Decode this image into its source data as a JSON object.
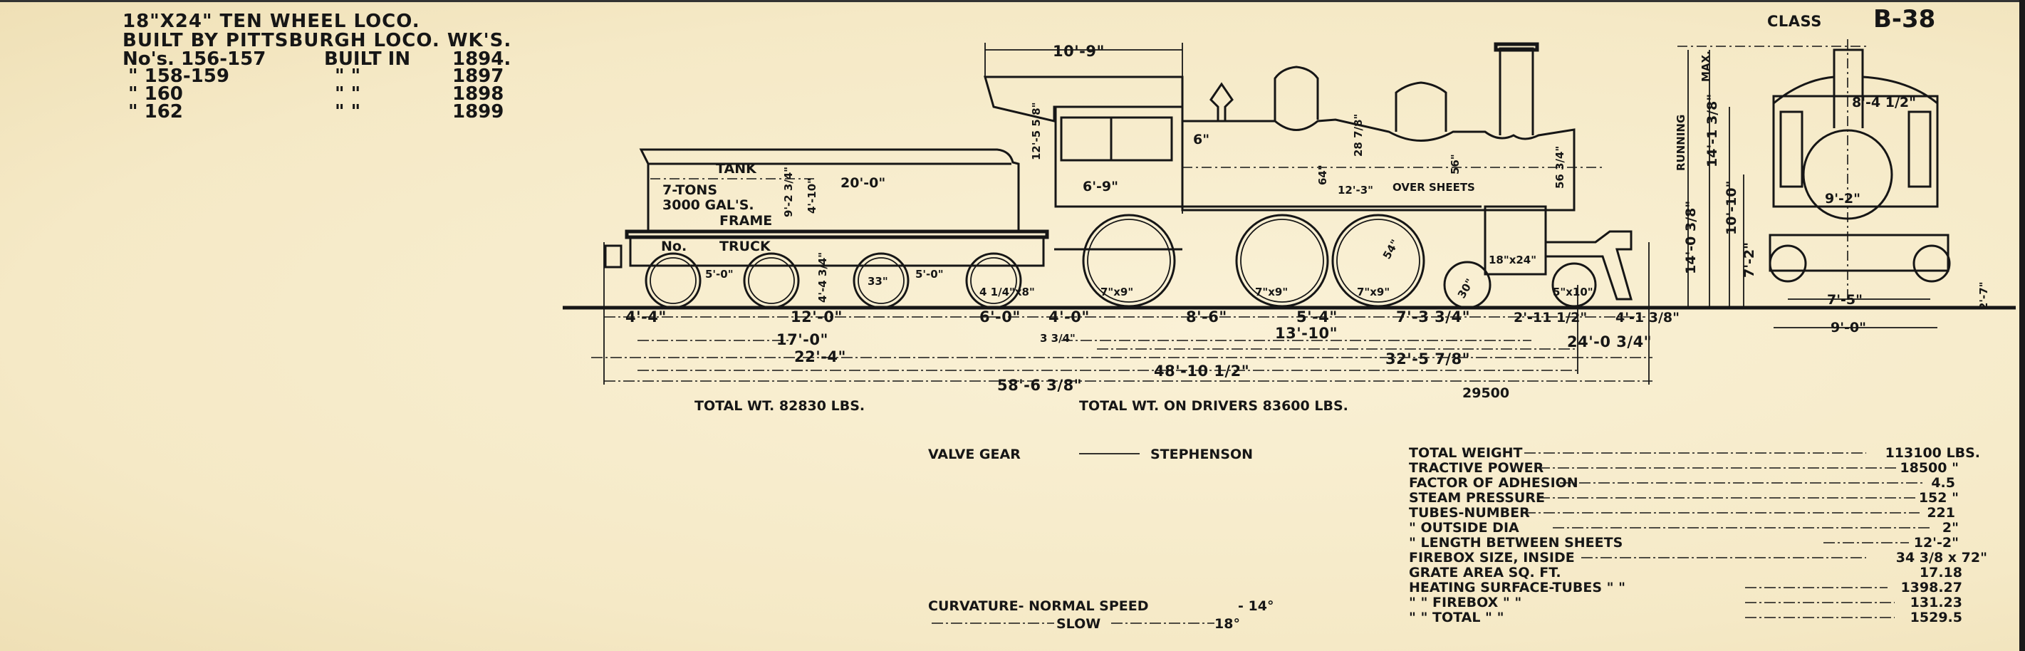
{
  "header": {
    "line1": "18\"X24\" TEN WHEEL LOCO.",
    "line2": "BUILT BY PITTSBURGH LOCO. WK'S.",
    "rows": [
      {
        "nos": "No's.  156-157",
        "built": "BUILT IN",
        "year": "1894."
      },
      {
        "nos": "\"    158-159",
        "built": "\"      \"",
        "year": "1897"
      },
      {
        "nos": "\"    160",
        "built": "\"      \"",
        "year": "1898"
      },
      {
        "nos": "\"    162",
        "built": "\"      \"",
        "year": "1899"
      }
    ]
  },
  "class_label": "CLASS",
  "class_value": "B-38",
  "tender": {
    "tank": "TANK",
    "tons": "7-TONS",
    "gallons": "3000 GAL'S.",
    "frame": "FRAME",
    "no": "No.",
    "truck": "TRUCK"
  },
  "dims": {
    "cab_roof": "10'-9\"",
    "cab_height": "12'-5 5/8\"",
    "six_in": "6\"",
    "cab_len": "6'-9\"",
    "tender_len": "20'-0\"",
    "tender_h1": "4'-10\"",
    "tender_h2": "9'-2 3/4\"",
    "tender_h3": "4'-4 3/4\"",
    "truck_wb1": "5'-0\"",
    "truck_wb2": "5'-0\"",
    "tender_wheel": "33\"",
    "tender_wheel2": "4 1/4\"x8\"",
    "driver1": "7\"x9\"",
    "driver2": "7\"x9\"",
    "driver3": "7\"x9\"",
    "driver_dia": "54\"",
    "boiler1": "64\"",
    "boiler2": "28 7/8\"",
    "boiler3": "56\"",
    "smokebox": "56 3/4\"",
    "tubes_over": "12'-3\"",
    "over_sheets": "OVER SHEETS",
    "cylinder": "18\"x24\"",
    "pony_wheel": "30\"",
    "pony_journal": "5\"x10\"",
    "d_4_4": "4'-4\"",
    "d_12_0": "12'-0\"",
    "d_6_0": "6'-0\"",
    "d_4_0": "4'-0\"",
    "d_3_3_4": "3 3/4\"",
    "d_8_6": "8'-6\"",
    "d_5_4": "5'-4\"",
    "d_7_3": "7'-3 3/4\"",
    "d_2_11": "2'-11 1/2\"",
    "d_4_1": "4'-1 3/8\"",
    "d_17_0": "17'-0\"",
    "d_13_10": "13'-10\"",
    "d_24_0": "24'-0 3/4\"",
    "d_22_4": "22'-4\"",
    "d_32_5": "32'-5 7/8\"",
    "d_48_10": "48'-10 1/2\"",
    "d_58_6": "58'-6 3/8\""
  },
  "front_view": {
    "running": "RUNNING",
    "h_14_0": "14'-0 3/8\"",
    "h_14_1": "14'-1 3/8\"",
    "max": "MAX.",
    "h_10_10": "10'-10\"",
    "h_7_2": "7'-2\"",
    "w_8_4": "8'-4 1/2\"",
    "w_9_2": "9'-2\"",
    "w_7_5": "7'-5\"",
    "w_9_0": "9'-0\"",
    "h_2_7": "2'-7\""
  },
  "weights": {
    "tender_total": "TOTAL WT. 82830 LBS.",
    "drivers_total": "TOTAL WT. ON DRIVERS 83600 LBS.",
    "extra": "29500"
  },
  "valve_gear": {
    "label": "VALVE GEAR",
    "value": "STEPHENSON"
  },
  "curvature": {
    "label": "CURVATURE- NORMAL SPEED",
    "normal": "- 14°",
    "slow_label": "SLOW",
    "slow": "18°"
  },
  "specs": [
    {
      "label": "TOTAL WEIGHT",
      "value": "113100 LBS."
    },
    {
      "label": "TRACTIVE POWER",
      "value": "18500 \""
    },
    {
      "label": "FACTOR OF ADHESION",
      "value": "4.5"
    },
    {
      "label": "STEAM PRESSURE",
      "value": "152 \""
    },
    {
      "label": "TUBES-NUMBER",
      "value": "221"
    },
    {
      "label": "\"   OUTSIDE DIA",
      "value": "2\""
    },
    {
      "label": "\"   LENGTH BETWEEN SHEETS",
      "value": "12'-2\""
    },
    {
      "label": "FIREBOX SIZE, INSIDE",
      "value": "34 3/8 x 72\""
    },
    {
      "label": "GRATE AREA   SQ. FT.",
      "value": "17.18"
    },
    {
      "label": "HEATING SURFACE-TUBES  \"  \"",
      "value": "1398.27"
    },
    {
      "label": "\"   \"   FIREBOX  \"  \"",
      "value": "131.23"
    },
    {
      "label": "\"   \"   TOTAL  \"  \"",
      "value": "1529.5"
    }
  ]
}
